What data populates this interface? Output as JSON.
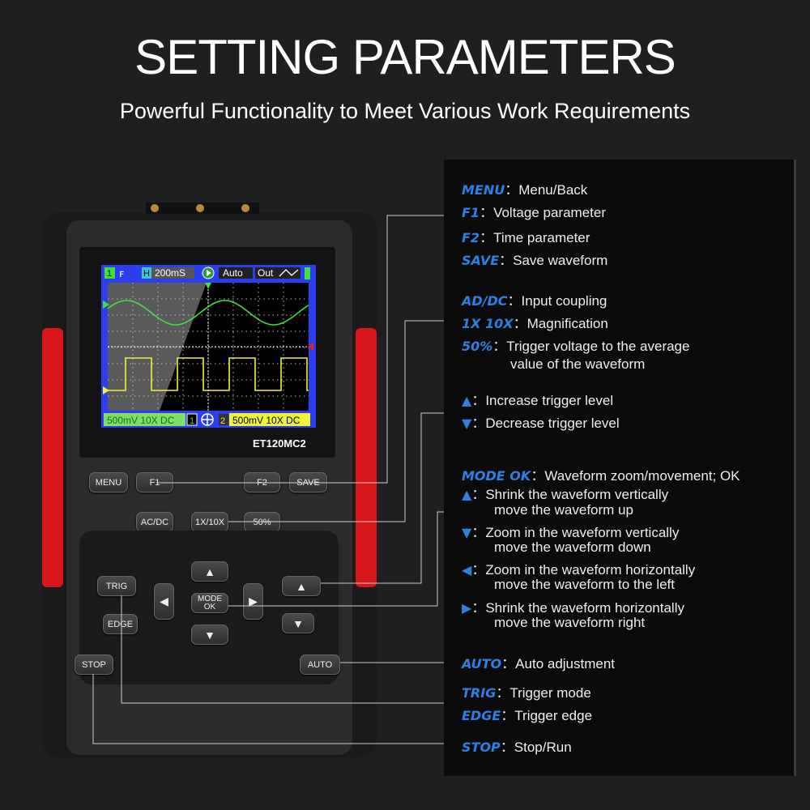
{
  "title": "SETTING PARAMETERS",
  "subtitle": "Powerful Functionality to Meet Various Work Requirements",
  "accent": "#2f80e4",
  "device": {
    "model": "ET120MC2",
    "screen": {
      "ch1_badge": "1",
      "timebase_badge": "H",
      "timebase": "200mS",
      "mode": "Auto",
      "output": "Out",
      "ch1_scale": "500mV 10X DC",
      "ch2_badge": "2",
      "ch2_scale": "500mV 10X DC",
      "ch1_color": "#3ee03e",
      "ch2_color": "#f2f23a"
    },
    "buttons": {
      "menu": "MENU",
      "f1": "F1",
      "f2": "F2",
      "save": "SAVE",
      "acdc": "AC/DC",
      "mag": "1X/10X",
      "fifty": "50%",
      "trig": "TRIG",
      "edge": "EDGE",
      "mode_ok_1": "MODE",
      "mode_ok_2": "OK",
      "stop": "STOP",
      "auto": "AUTO",
      "up": "▲",
      "down": "▼",
      "left": "◀",
      "right": "▶"
    }
  },
  "legend": [
    {
      "key": "MENU",
      "desc": "Menu/Back"
    },
    {
      "key": "F1",
      "desc": "Voltage parameter"
    },
    {
      "key": "F2",
      "desc": "Time parameter"
    },
    {
      "key": "SAVE",
      "desc": "Save waveform"
    },
    {
      "key": "AD/DC",
      "desc": "Input coupling"
    },
    {
      "key": "1X 10X",
      "desc": "Magnification"
    },
    {
      "key": "50%",
      "desc": "Trigger voltage to the average",
      "desc2": "value of the waveform"
    },
    {
      "key": "▲",
      "desc": "Increase trigger level"
    },
    {
      "key": "▼",
      "desc": "Decrease trigger level"
    },
    {
      "key": "MODE OK",
      "desc": "Waveform zoom/movement; OK"
    },
    {
      "key": "▲",
      "desc": "Shrink the waveform vertically",
      "desc2": "move the waveform up"
    },
    {
      "key": "▼",
      "desc": "Zoom in the waveform vertically",
      "desc2": "move the waveform down"
    },
    {
      "key": "◀",
      "desc": "Zoom in the waveform horizontally",
      "desc2": "move the waveform to the left"
    },
    {
      "key": "▶",
      "desc": "Shrink the waveform horizontally",
      "desc2": "move the waveform right"
    },
    {
      "key": "AUTO",
      "desc": "Auto adjustment"
    },
    {
      "key": "TRIG",
      "desc": "Trigger mode"
    },
    {
      "key": "EDGE",
      "desc": "Trigger edge"
    },
    {
      "key": "STOP",
      "desc": "Stop/Run"
    }
  ],
  "sep": "："
}
